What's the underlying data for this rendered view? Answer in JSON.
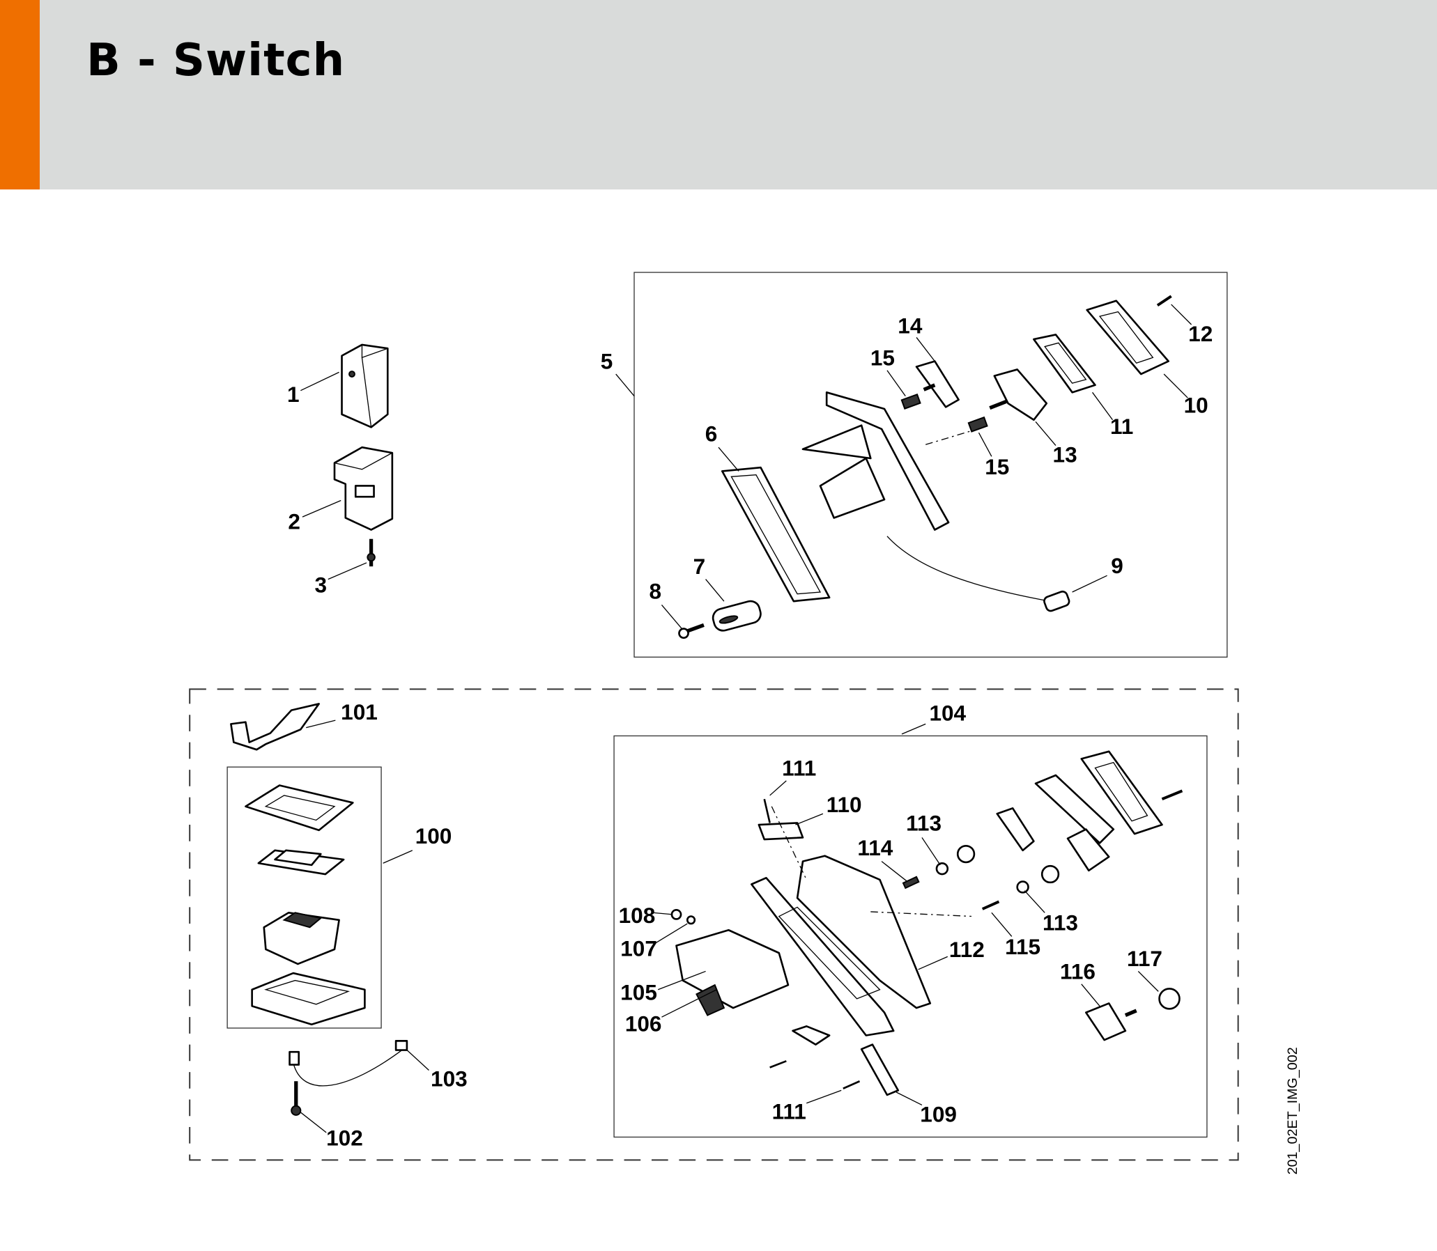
{
  "header": {
    "title": "B - Switch",
    "accent_color": "#ef6f00",
    "background_color": "#d9dbda"
  },
  "image_id": "201_02ET_IMG_002",
  "callouts": {
    "top_left": [
      "1",
      "2",
      "3"
    ],
    "top_box": [
      "5",
      "6",
      "7",
      "8",
      "9",
      "10",
      "11",
      "12",
      "13",
      "14",
      "15",
      "15"
    ],
    "bottom_left": [
      "101",
      "100",
      "103",
      "102"
    ],
    "bottom_box": [
      "104",
      "111",
      "110",
      "113",
      "114",
      "108",
      "107",
      "105",
      "106",
      "112",
      "115",
      "113",
      "116",
      "117",
      "111",
      "109"
    ]
  }
}
